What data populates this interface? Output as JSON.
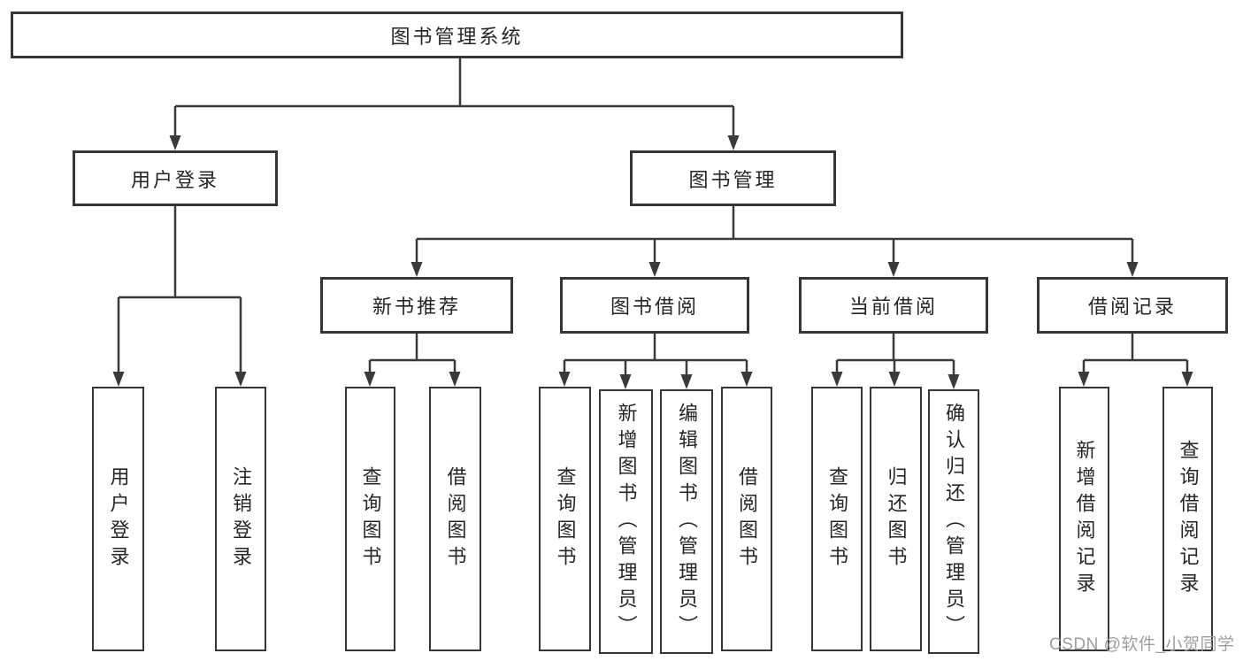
{
  "diagram": {
    "root": {
      "label": "图书管理系统"
    },
    "level2": {
      "user_login": {
        "label": "用户登录"
      },
      "book_management": {
        "label": "图书管理"
      }
    },
    "level3": {
      "new_book_recommend": {
        "label": "新书推荐"
      },
      "book_borrowing": {
        "label": "图书借阅"
      },
      "current_borrowing": {
        "label": "当前借阅"
      },
      "borrowing_records": {
        "label": "借阅记录"
      }
    },
    "leaves": {
      "user_login_leaf": {
        "label": "用户登录"
      },
      "logout_leaf": {
        "label": "注销登录"
      },
      "rec_query_books": {
        "label": "查询图书"
      },
      "rec_borrow_books": {
        "label": "借阅图书"
      },
      "bb_query_books": {
        "label": "查询图书"
      },
      "bb_add_books": {
        "label": "新增图书（管理员）"
      },
      "bb_edit_books": {
        "label": "编辑图书（管理员）"
      },
      "bb_borrow_books": {
        "label": "借阅图书"
      },
      "cb_query_books": {
        "label": "查询图书"
      },
      "cb_return_books": {
        "label": "归还图书"
      },
      "cb_confirm_return": {
        "label": "确认归还（管理员）"
      },
      "br_add_record": {
        "label": "新增借阅记录"
      },
      "br_query_record": {
        "label": "查询借阅记录"
      }
    }
  },
  "colors": {
    "line": "#3a3a3a",
    "border": "#363636",
    "text": "#262626",
    "background": "#ffffff",
    "watermark": "#a29d9d"
  },
  "watermark": {
    "text": "CSDN @软件_小贺同学"
  }
}
